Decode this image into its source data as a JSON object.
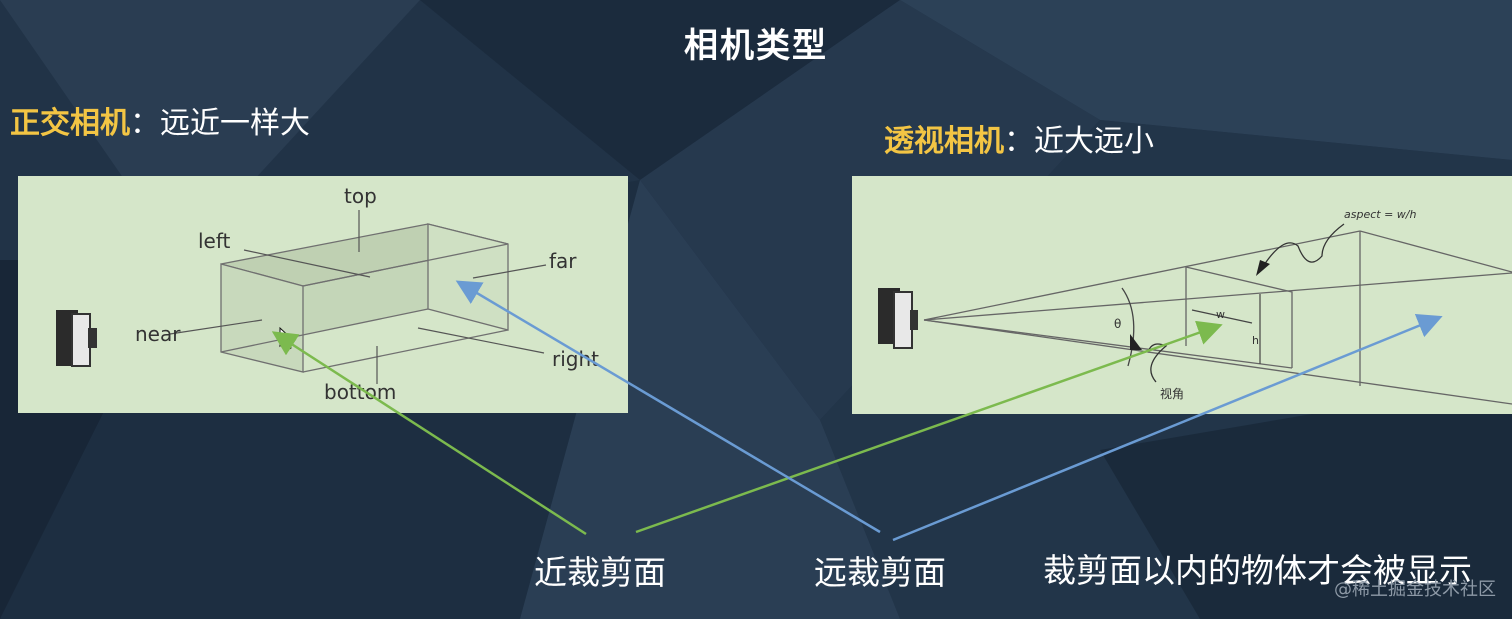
{
  "title": "相机类型",
  "orthographic": {
    "name": "正交相机",
    "separator": "：",
    "description": "远近一样大",
    "labels": {
      "top": "top",
      "left": "left",
      "far": "far",
      "near": "near",
      "right": "right",
      "bottom": "bottom"
    }
  },
  "perspective": {
    "name": "透视相机",
    "separator": "：",
    "description": "近大远小",
    "labels": {
      "aspect": "aspect = w/h",
      "view_angle": "视角",
      "w": "w",
      "h": "h",
      "theta": "θ"
    }
  },
  "captions": {
    "near_plane": "近裁剪面",
    "far_plane": "远裁剪面",
    "visibility_note": "裁剪面以内的物体才会被显示"
  },
  "watermark": "@稀土掘金技术社区",
  "colors": {
    "near_arrow": "#7cba4e",
    "far_arrow": "#6a9bd3",
    "accent": "#f3c544",
    "panel": "#d5e6c9"
  }
}
